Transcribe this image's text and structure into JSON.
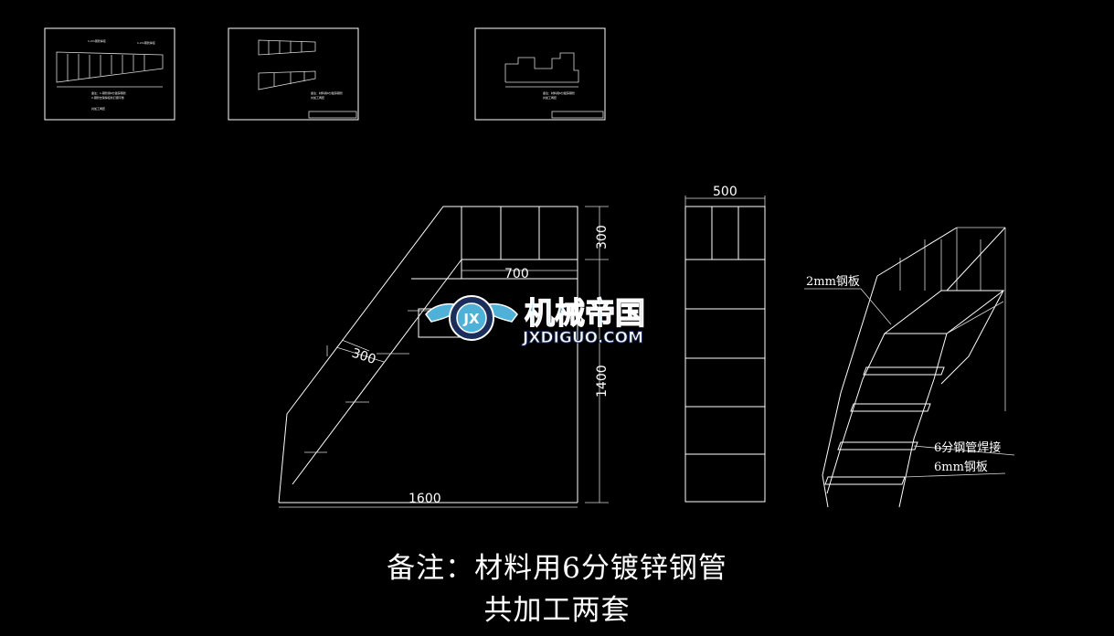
{
  "thumbnails": {
    "t1": [
      "1.2m钢管焊接",
      "1.2m钢管焊接",
      "备注：1.钢管用6分镀锌钢管",
      "2.钢管支架焊接处打磨平整",
      "共加工两套"
    ],
    "t2": [
      "备注：材料用6分镀锌钢管",
      "共加工两套"
    ],
    "t3": [
      "备注：材料用6分镀锌钢管",
      "共加工两套"
    ]
  },
  "dimensions": {
    "top_300": "300",
    "width_700": "700",
    "side_width_500": "500",
    "step_300": "300",
    "height_1400": "1400",
    "length_1600": "1600"
  },
  "callouts": {
    "plate_2mm": "2mm钢板",
    "pipe_weld": "6分钢管焊接",
    "plate_6mm": "6mm钢板"
  },
  "watermark": {
    "badge": "JX",
    "name_cn": "机械帝国",
    "name_en": "JXDIGUO.COM",
    "colors": {
      "blue": "#4fb0d8",
      "navy": "#1b2d5a"
    }
  },
  "notes": {
    "line1": "备注：材料用6分镀锌钢管",
    "line2": "共加工两套"
  }
}
